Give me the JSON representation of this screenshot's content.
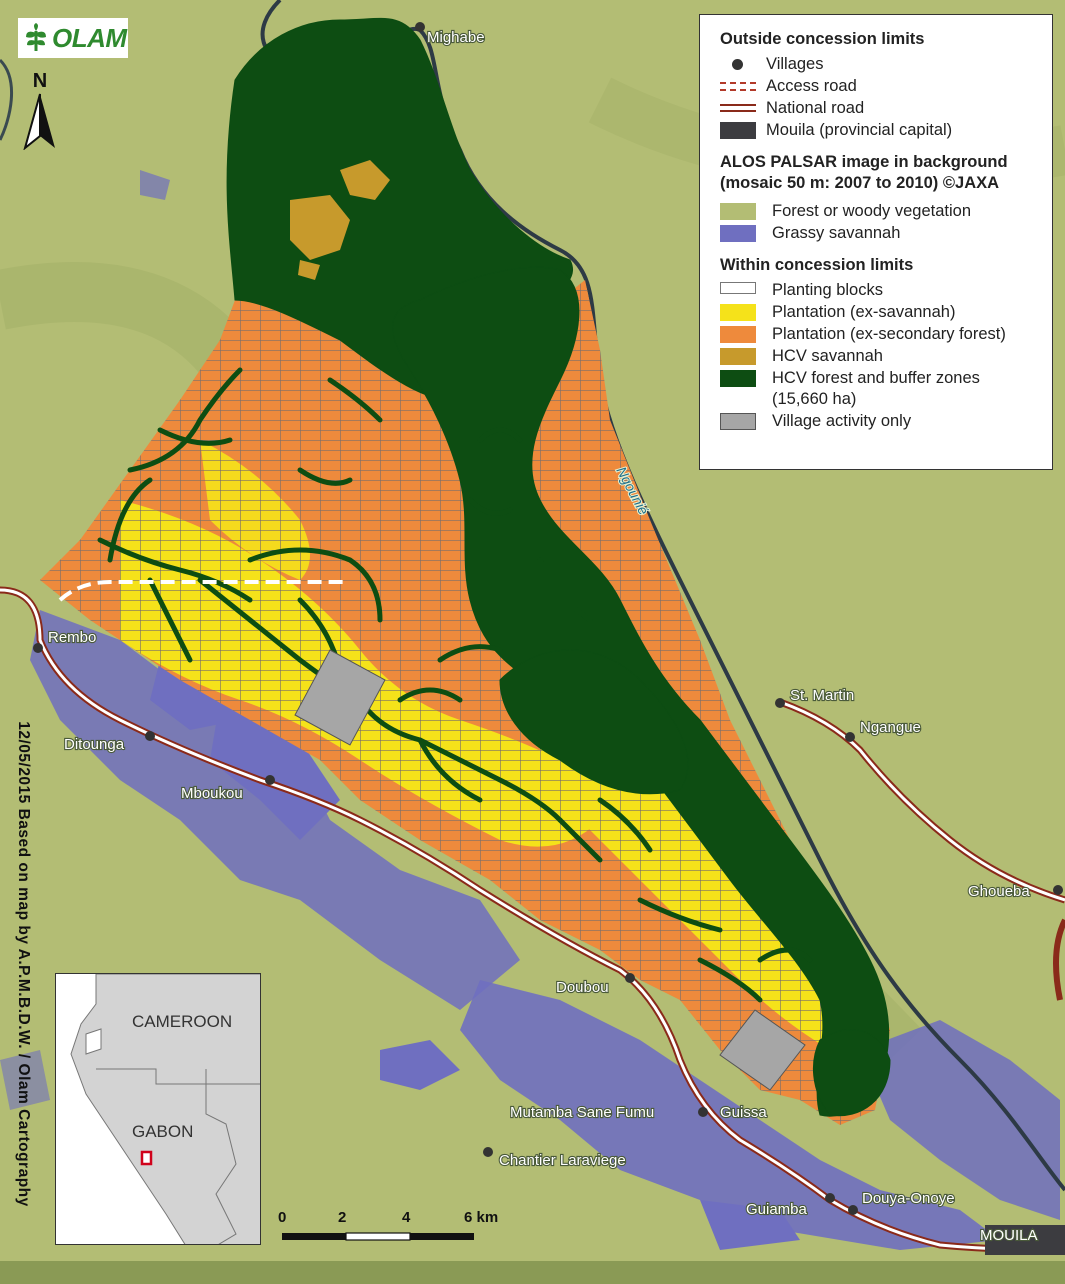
{
  "logo": {
    "text": "OLAM"
  },
  "north_arrow": {
    "label": "N"
  },
  "credit": "12/05/2015 Based on map by A.P.M.B.D.W. / Olam Cartography",
  "legend": {
    "outside_title": "Outside concession limits",
    "outside_items": [
      "Villages",
      "Access road",
      "National road",
      "Mouila (provincial capital)"
    ],
    "background_title_1": "ALOS PALSAR image in background",
    "background_title_2": "(mosaic 50 m: 2007 to 2010) ©JAXA",
    "background_items": [
      "Forest or woody vegetation",
      "Grassy savannah"
    ],
    "within_title": "Within concession limits",
    "within_items": [
      "Planting blocks",
      "Plantation (ex-savannah)",
      "Plantation (ex-secondary forest)",
      "HCV savannah",
      "HCV forest and buffer zones (15,660 ha)",
      "Village activity only"
    ]
  },
  "colors": {
    "forest": "#b3bd74",
    "savannah": "#6f6fc0",
    "plantation_savannah": "#f5e21a",
    "plantation_forest": "#ee8a3c",
    "hcv_savannah": "#c79a2c",
    "hcv_forest": "#0d4d12",
    "village_activity": "#a6a6a6",
    "road": "#8a2a1a",
    "mouila": "#3c3c40"
  },
  "places": {
    "mighabe": "Mighabe",
    "rembo": "Rembo",
    "ditounga": "Ditounga",
    "mboukou": "Mboukou",
    "st_martin": "St. Martin",
    "ngangue": "Ngangue",
    "ghoueba": "Ghoueba",
    "doubou": "Doubou",
    "mutamba": "Mutamba Sane Fumu",
    "guissa": "Guissa",
    "chantier": "Chantier Laraviege",
    "guiamba": "Guiamba",
    "douya": "Douya-Onoye",
    "mouila": "MOUILA"
  },
  "river": {
    "name": "Ngounié"
  },
  "inset": {
    "country_1": "CAMEROON",
    "country_2": "GABON"
  },
  "scale": {
    "ticks": [
      "0",
      "2",
      "4",
      "6 km"
    ]
  }
}
